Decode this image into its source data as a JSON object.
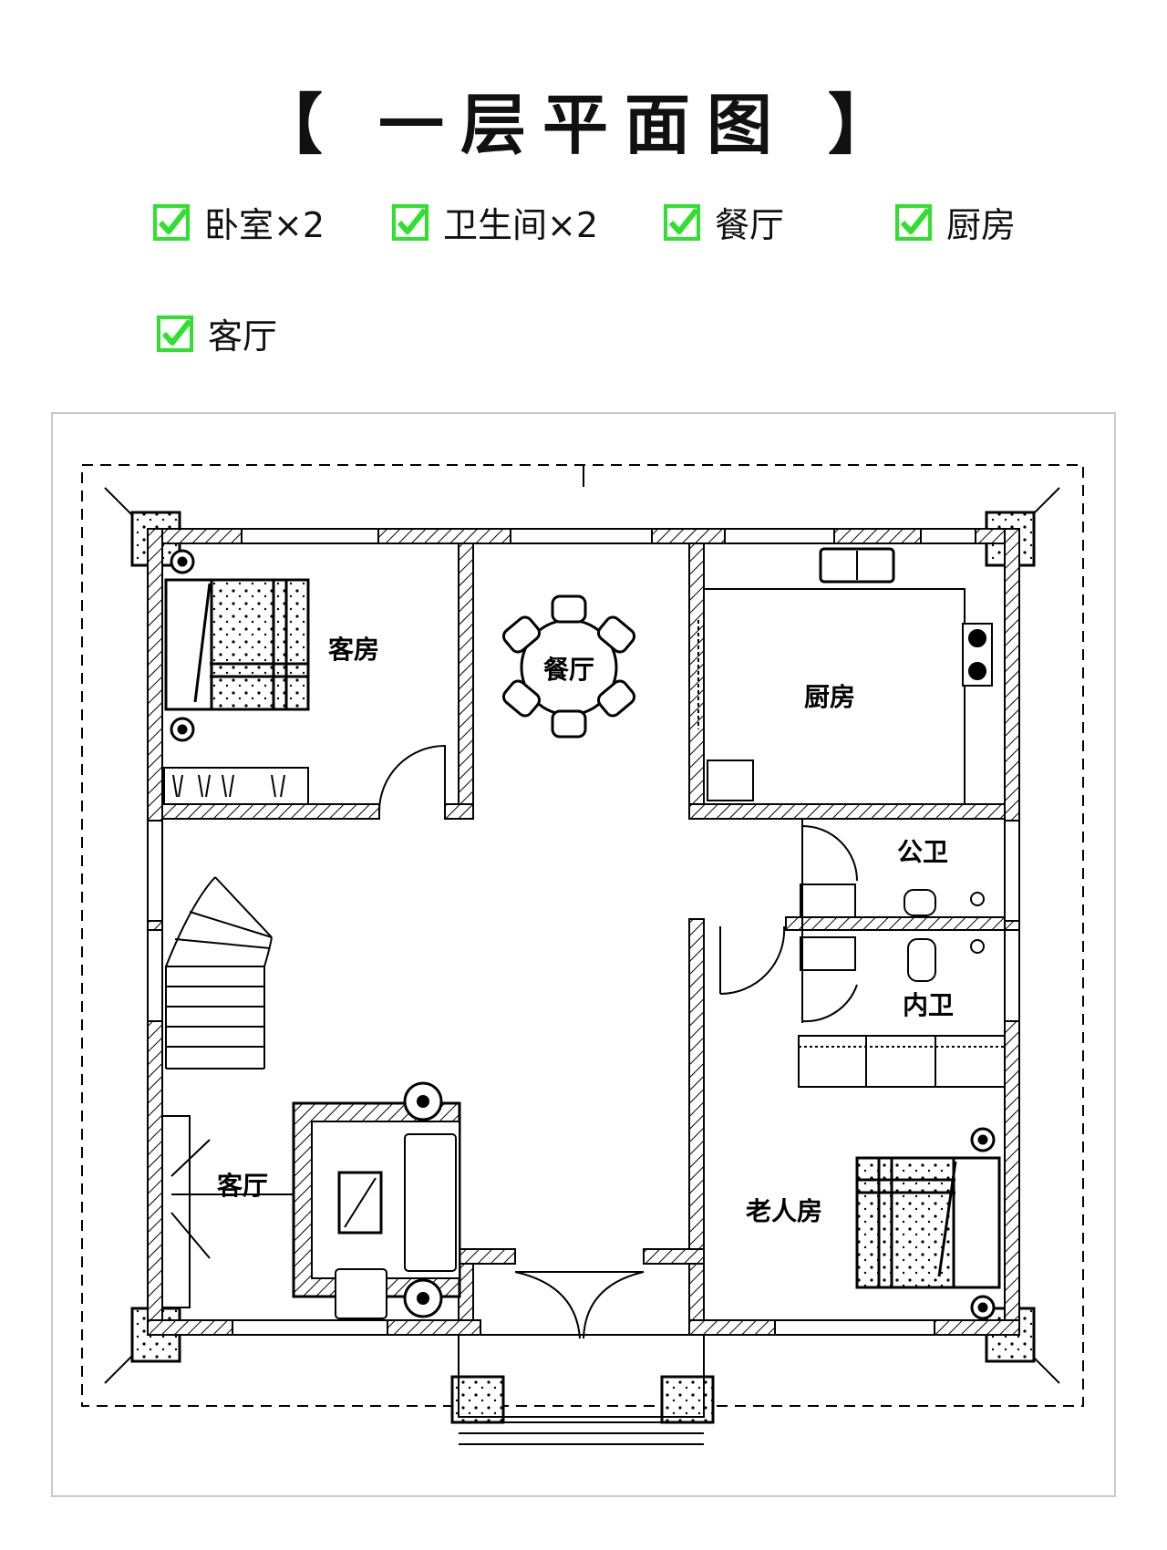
{
  "title": "【 一层平面图 】",
  "accent_color": "#2fe02f",
  "features": [
    {
      "label": "卧室×2",
      "icon": "check-icon"
    },
    {
      "label": "卫生间×2",
      "icon": "check-icon"
    },
    {
      "label": "餐厅",
      "icon": "check-icon"
    },
    {
      "label": "厨房",
      "icon": "check-icon"
    },
    {
      "label": "客厅",
      "icon": "check-icon"
    }
  ],
  "rooms": {
    "guest_room": "客房",
    "dining": "餐厅",
    "kitchen": "厨房",
    "public_bath": "公卫",
    "inner_bath": "内卫",
    "living": "客厅",
    "elder_room": "老人房"
  }
}
